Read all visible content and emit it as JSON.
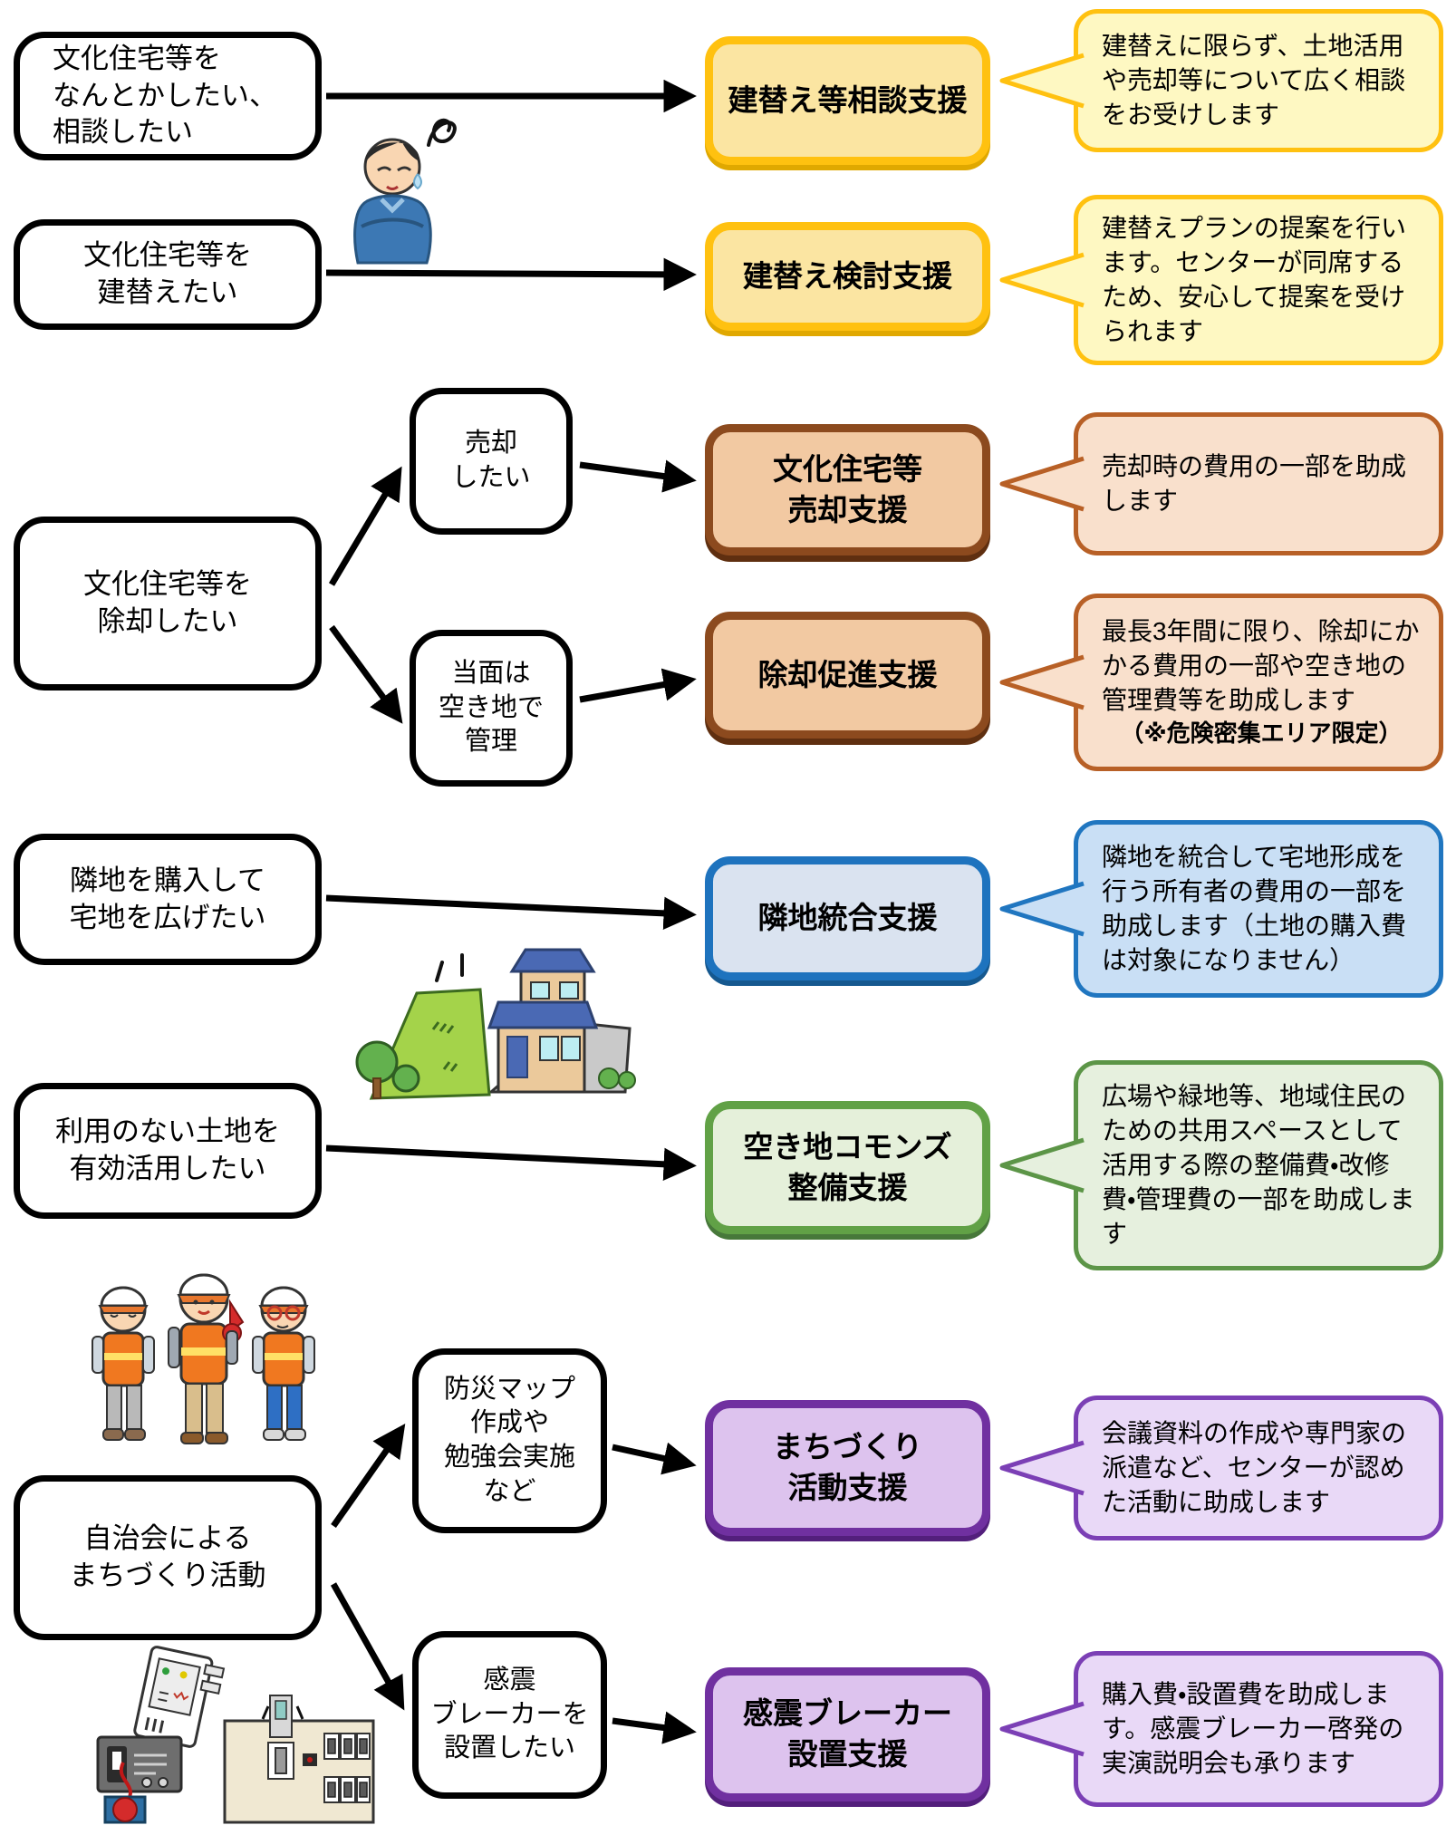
{
  "flows": {
    "consult": {
      "need": "文化住宅等を\nなんとかしたい、\n相談したい",
      "program": "建替え等相談支援",
      "description": "建替えに限らず、土地活用や売却等について広く相談をお受けします"
    },
    "rebuild": {
      "need": "文化住宅等を\n建替えたい",
      "program": "建替え検討支援",
      "description": "建替えプランの提案を行います。センターが同席するため、安心して提案を受けられます"
    },
    "removal": {
      "need": "文化住宅等を\n除却したい",
      "branches": {
        "sell": {
          "condition": "売却\nしたい",
          "program": "文化住宅等\n売却支援",
          "description": "売却時の費用の一部を助成します"
        },
        "vacant": {
          "condition": "当面は\n空き地で\n管理",
          "program": "除却促進支援",
          "description": "最長3年間に限り、除却にかかる費用の一部や空き地の管理費等を助成します",
          "note": "（※危険密集エリア限定）"
        }
      }
    },
    "adjacent": {
      "need": "隣地を購入して\n宅地を広げたい",
      "program": "隣地統合支援",
      "description": "隣地を統合して宅地形成を行う所有者の費用の一部を助成します（土地の購入費は対象になりません）"
    },
    "commons": {
      "need": "利用のない土地を\n有効活用したい",
      "program": "空き地コモンズ\n整備支援",
      "description": "広場や緑地等、地域住民のための共用スペースとして活用する際の整備費・改修費・管理費の一部を助成します"
    },
    "community": {
      "need": "自治会による\nまちづくり活動",
      "branches": {
        "machizukuri": {
          "condition": "防災マップ\n作成や\n勉強会実施\nなど",
          "program": "まちづくり\n活動支援",
          "description": "会議資料の作成や専門家の派遣など、センターが認めた活動に助成します"
        },
        "breaker": {
          "condition": "感震\nブレーカーを\n設置したい",
          "program": "感震ブレーカー\n設置支援",
          "description": "購入費・設置費を助成します。感震ブレーカー啓発の実演説明会も承ります"
        }
      }
    }
  },
  "colors": {
    "yellow_border": "#FFC110",
    "yellow_box_fill": "#FBE5A2",
    "yellow_bubble_fill": "#FEF8C2",
    "brown_border": "#8C4A1E",
    "brown_box_fill": "#F2C9A2",
    "brown_bubble_border": "#B86026",
    "brown_bubble_fill": "#F9E0CC",
    "blue_border": "#1E73BE",
    "blue_box_fill": "#DAE3F0",
    "blue_bubble_fill": "#C9DFF5",
    "green_border": "#61A146",
    "green_box_fill": "#E5F0DA",
    "green_bubble_fill": "#E6F0DE",
    "purple_border": "#7030A0",
    "purple_box_fill": "#DDC3EE",
    "purple_bubble_fill": "#E9D9F7",
    "outline": "#000000"
  },
  "illustrations": {
    "worried_man": "困っている男性",
    "vacant_lot_house": "空き地と住宅",
    "volunteer_workers": "自治会のメンバー",
    "seismic_breakers": "感震ブレーカー機器"
  }
}
